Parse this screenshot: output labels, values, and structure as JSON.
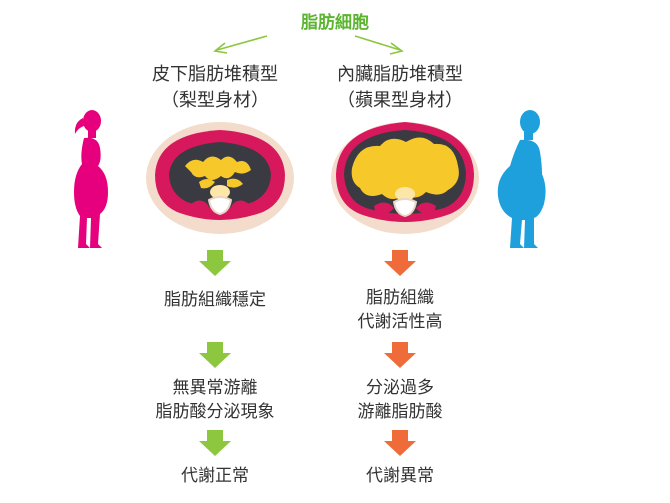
{
  "title": "脂肪細胞",
  "colors": {
    "title": "#5cb531",
    "green_arrow": "#8dc63f",
    "orange_arrow": "#ef6b3a",
    "pear_figure": "#e6007e",
    "apple_figure": "#1ea0dc",
    "text": "#333333"
  },
  "left": {
    "heading_line1": "皮下脂肪堆積型",
    "heading_line2": "（梨型身材）",
    "steps": [
      {
        "line1": "脂肪組織穩定",
        "line2": ""
      },
      {
        "line1": "無異常游離",
        "line2": "脂肪酸分泌現象"
      },
      {
        "line1": "代謝正常",
        "line2": ""
      }
    ]
  },
  "right": {
    "heading_line1": "內臟脂肪堆積型",
    "heading_line2": "（蘋果型身材）",
    "steps": [
      {
        "line1": "脂肪組織",
        "line2": "代謝活性高"
      },
      {
        "line1": "分泌過多",
        "line2": "游離脂肪酸"
      },
      {
        "line1": "代謝異常",
        "line2": ""
      }
    ]
  }
}
